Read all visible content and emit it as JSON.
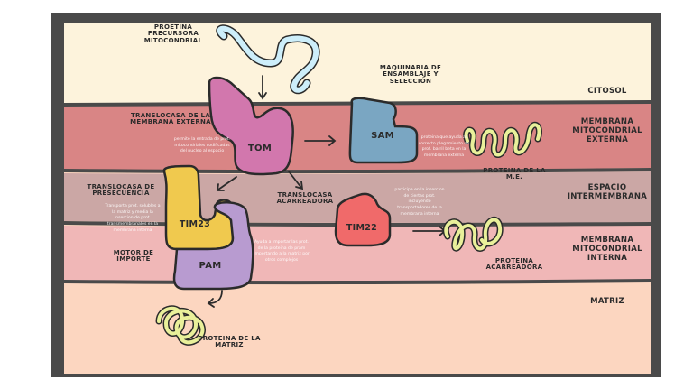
{
  "labels": {
    "precursor": "PROETINA PRECURSORA MITOCONDRIAL",
    "assembly": "MAQUINARIA DE ENSAMBLAJE Y SELECCIÓN",
    "tom_translocase": "TRANSLOCASA DE LA MEMBRANA EXTERNA",
    "presequence_translocase": "TRANSLOCASA DE PRESECUENCIA",
    "carrier_translocase": "TRANSLOCASA ACARREADORA",
    "import_motor": "MOTOR DE IMPORTE",
    "me_protein": "PROTEINA DE LA M.E.",
    "carrier_protein": "PROTEINA ACARREADORA",
    "matrix_protein": "PROTEINA DE LA MATRIZ"
  },
  "complexes": {
    "tom": "TOM",
    "sam": "SAM",
    "tim23": "TIM23",
    "tim22": "TIM22",
    "pam": "PAM"
  },
  "regions": {
    "cytosol": "CITOSOL",
    "outer_membrane": "MEMBRANA MITOCONDRIAL EXTERNA",
    "intermembrane": "ESPACIO INTERMEMBRANA",
    "inner_membrane": "MEMBRANA MITOCONDRIAL INTERNA",
    "matrix": "MATRIZ"
  },
  "notes": {
    "tom": "permite la entrada de prot. mitocondriales codificadas del nucleo al espacio",
    "sam": "proteina que ayuda al correcto plegamiento de prot. barril beta en la membrana externa",
    "tim23": "Transporta prot. solubles a la matriz y media la insercion de prot. transmembranales en la membrana interna",
    "tim22": "participa en la insercion de ciertas prot. incluyendo transportadores de la membrana interna",
    "pam": "Ayuda a importar las prot. de la proteina de pram importando a la matriz por otros complejos"
  },
  "colors": {
    "frame": "#4a4a4a",
    "cytosol": "#fdf3dc",
    "outer_membrane": "#d98585",
    "intermembrane": "#cba7a5",
    "inner_membrane": "#f0b7b7",
    "matrix": "#fcd6c0",
    "tom": "#d277ad",
    "sam": "#7aa6c2",
    "tim23": "#f0c94e",
    "tim22": "#f06a6a",
    "pam": "#b89bd0",
    "precursor": "#cdeefa",
    "proteins": "#e9f09a"
  }
}
